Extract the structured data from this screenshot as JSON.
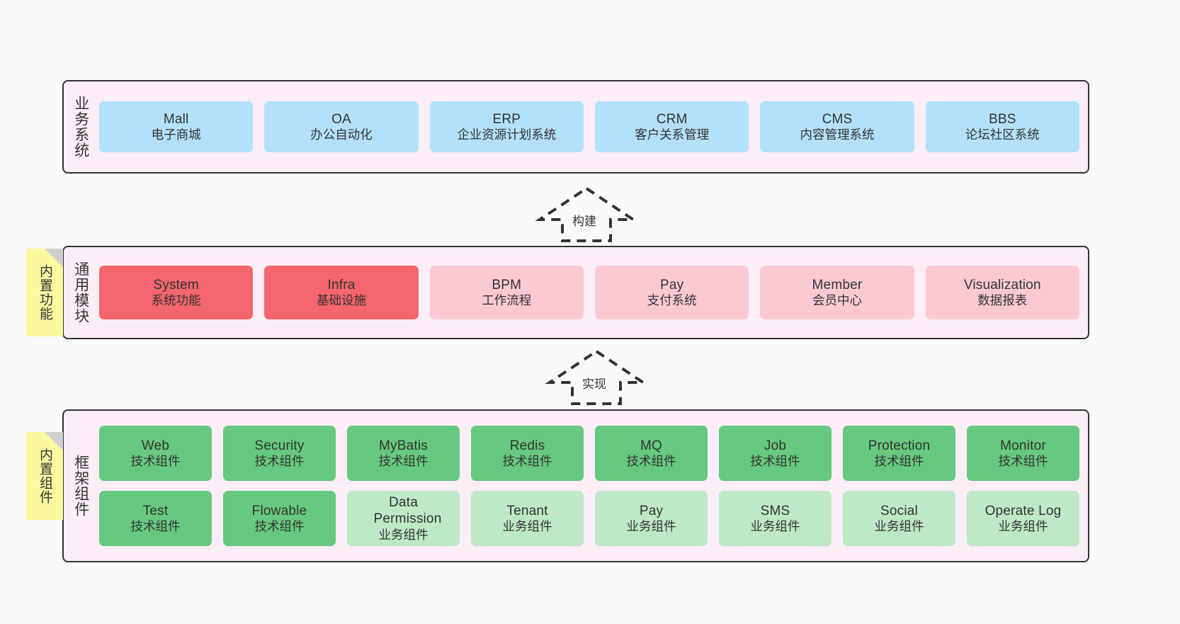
{
  "diagram": {
    "background_color": "#fafafa",
    "panel_color": "#fbeef6",
    "note_color": "#fbf8a0",
    "colors": {
      "business": "#b3e0fb",
      "core_highlight": "#f4666e",
      "core_normal": "#fbc9d2",
      "tech_component": "#66c97f",
      "business_component": "#bfe8c6"
    }
  },
  "layers": [
    {
      "id": "business-system",
      "title": "业务系统",
      "rows": [
        {
          "cells": [
            {
              "en": "Mall",
              "cn": "电子商城",
              "style": "c-blue"
            },
            {
              "en": "OA",
              "cn": "办公自动化",
              "style": "c-blue"
            },
            {
              "en": "ERP",
              "cn": "企业资源计划系统",
              "style": "c-blue"
            },
            {
              "en": "CRM",
              "cn": "客户关系管理",
              "style": "c-blue"
            },
            {
              "en": "CMS",
              "cn": "内容管理系统",
              "style": "c-blue"
            },
            {
              "en": "BBS",
              "cn": "论坛社区系统",
              "style": "c-blue"
            }
          ]
        }
      ]
    },
    {
      "id": "common-module",
      "title": "通用模块",
      "note": "内置功能",
      "rows": [
        {
          "cells": [
            {
              "en": "System",
              "cn": "系统功能",
              "style": "c-red"
            },
            {
              "en": "Infra",
              "cn": "基础设施",
              "style": "c-red"
            },
            {
              "en": "BPM",
              "cn": "工作流程",
              "style": "c-pink"
            },
            {
              "en": "Pay",
              "cn": "支付系统",
              "style": "c-pink"
            },
            {
              "en": "Member",
              "cn": "会员中心",
              "style": "c-pink"
            },
            {
              "en": "Visualization",
              "cn": "数据报表",
              "style": "c-pink"
            }
          ]
        }
      ]
    },
    {
      "id": "framework-component",
      "title": "框架组件",
      "note": "内置组件",
      "rows": [
        {
          "cells": [
            {
              "en": "Web",
              "cn": "技术组件",
              "style": "c-green"
            },
            {
              "en": "Security",
              "cn": "技术组件",
              "style": "c-green"
            },
            {
              "en": "MyBatis",
              "cn": "技术组件",
              "style": "c-green"
            },
            {
              "en": "Redis",
              "cn": "技术组件",
              "style": "c-green"
            },
            {
              "en": "MQ",
              "cn": "技术组件",
              "style": "c-green"
            },
            {
              "en": "Job",
              "cn": "技术组件",
              "style": "c-green"
            },
            {
              "en": "Protection",
              "cn": "技术组件",
              "style": "c-green"
            },
            {
              "en": "Monitor",
              "cn": "技术组件",
              "style": "c-green"
            }
          ]
        },
        {
          "cells": [
            {
              "en": "Test",
              "cn": "技术组件",
              "style": "c-green"
            },
            {
              "en": "Flowable",
              "cn": "技术组件",
              "style": "c-green"
            },
            {
              "en": "Data Permission",
              "cn": "业务组件",
              "style": "c-lightgreen"
            },
            {
              "en": "Tenant",
              "cn": "业务组件",
              "style": "c-lightgreen"
            },
            {
              "en": "Pay",
              "cn": "业务组件",
              "style": "c-lightgreen"
            },
            {
              "en": "SMS",
              "cn": "业务组件",
              "style": "c-lightgreen"
            },
            {
              "en": "Social",
              "cn": "业务组件",
              "style": "c-lightgreen"
            },
            {
              "en": "Operate Log",
              "cn": "业务组件",
              "style": "c-lightgreen"
            }
          ]
        }
      ]
    }
  ],
  "arrows": [
    {
      "id": "arrow-build",
      "label": "构建"
    },
    {
      "id": "arrow-implement",
      "label": "实现"
    }
  ]
}
